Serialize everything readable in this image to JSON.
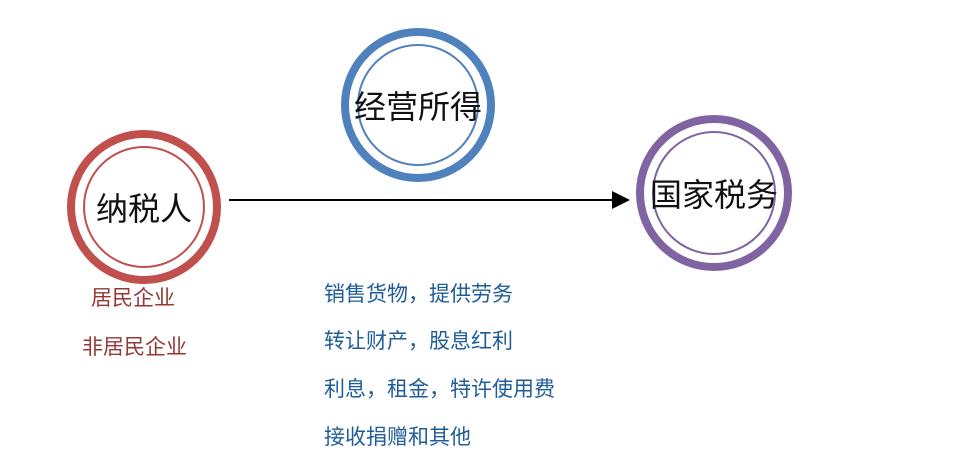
{
  "nodes": {
    "taxpayer": {
      "label": "纳税人",
      "color": "#c0504d"
    },
    "income": {
      "label": "经营所得",
      "color": "#4f81bd"
    },
    "tax_authority": {
      "label": "国家税务",
      "color": "#8064a2"
    }
  },
  "taxpayer_types": [
    "居民企业",
    "非居民企业"
  ],
  "income_types": [
    "销售货物，提供劳务",
    "转让财产，股息红利",
    "利息，租金，特许使用费",
    "接收捐赠和其他"
  ],
  "colors": {
    "taxpayer_text": "#953735",
    "income_text": "#1f5d9a",
    "arrow": "#000000"
  }
}
